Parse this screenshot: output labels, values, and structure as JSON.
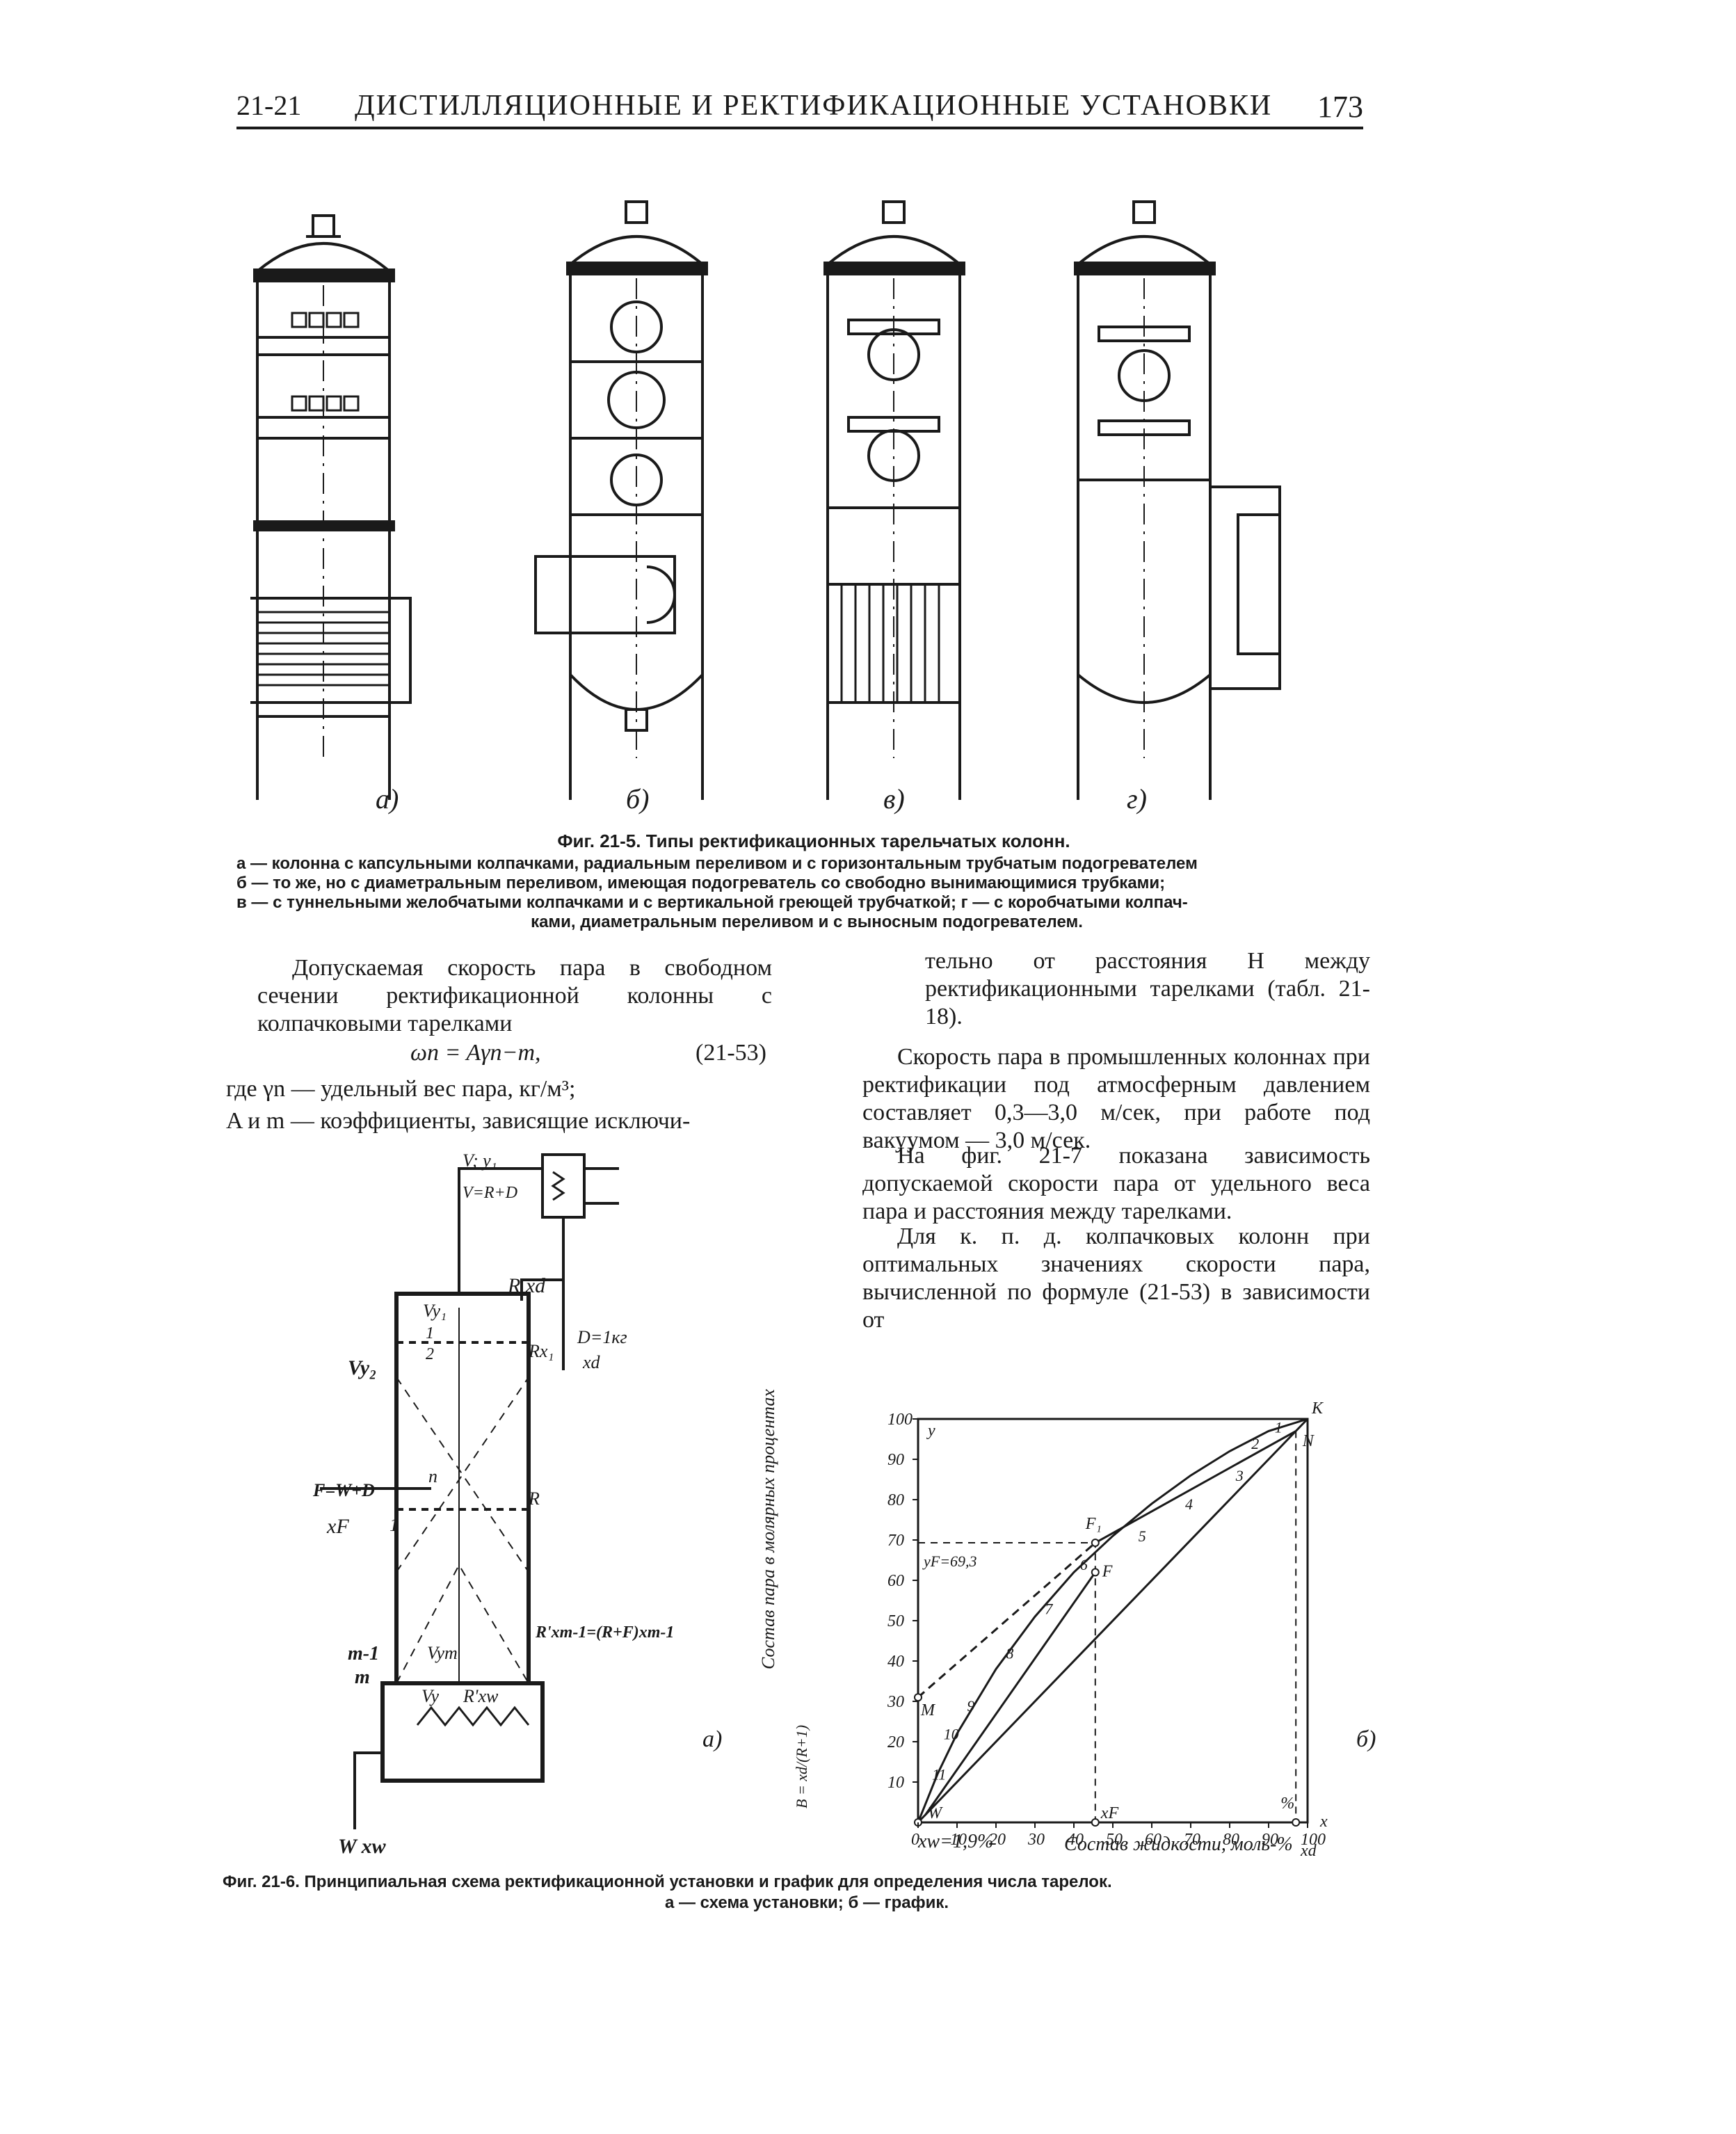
{
  "header": {
    "section": "21-21",
    "title": "ДИСТИЛЛЯЦИОННЫЕ И РЕКТИФИКАЦИОННЫЕ УСТАНОВКИ",
    "page_number": "173"
  },
  "fig_21_5": {
    "sub_labels": [
      "а)",
      "б)",
      "в)",
      "г)"
    ],
    "caption_title": "Фиг. 21-5. Типы ректификационных тарельчатых колонн.",
    "caption_lines": [
      "а — колонна с капсульными колпачками, радиальным переливом и с горизонтальным трубчатым подогревателем",
      "б — то же, но с диаметральным переливом, имеющая подогреватель со свободно вынимающимися трубками;",
      "в — с туннельными желобчатыми колпачками и с вертикальной греющей трубчаткой; г — с коробчатыми колпач-",
      "ками, диаметральным переливом и с выносным подогревателем."
    ]
  },
  "left_column": {
    "para1": "Допускаемая скорость пара в свободном сечении ректификационной колонны с колпачковыми тарелками",
    "formula": "ωn = Aγn−m,",
    "formula_number": "(21-53)",
    "where1": "где γn — удельный вес пара, кг/м³;",
    "where2": "A и m — коэффициенты, зависящие исключи-"
  },
  "right_column": {
    "para1": "тельно от расстояния H между ректификационными тарелками (табл. 21-18).",
    "para2": "Скорость пара в промышленных колоннах при ректификации под атмосферным давлением составляет 0,3—3,0 м/сек, при работе под вакуумом — 3,0 м/сек.",
    "para3": "На фиг. 21-7 показана зависимость допускаемой скорости пара от удельного веса пара и расстояния между тарелками.",
    "para4": "Для к. п. д. колпачковых колонн при оптимальных значениях скорости пара, вычисленной по формуле (21-53) в зависимости от"
  },
  "fig_21_6a": {
    "labels": {
      "top_flow": "V; y₁",
      "v_eq": "V=R+D",
      "rxd": "R xd",
      "d_eq": "D=1кг",
      "xd": "xd",
      "vy1": "Vy₁",
      "vy2": "Vy₂",
      "rx1": "Rx₁",
      "n": "n",
      "r": "R",
      "f_eq": "F=W+D",
      "xf": "xF",
      "one": "1",
      "two": "2",
      "tray1": "1",
      "m1": "m-1",
      "m": "m",
      "vym": "Vym",
      "rxm1": "R'xm-1=(R+F)xm-1",
      "vy": "Vy",
      "rxw": "R'xw",
      "wxw": "W xw"
    },
    "sub_label": "а)"
  },
  "chart_data": {
    "type": "line",
    "title": "",
    "xlabel": "Состав жидкости, моль-%",
    "ylabel": "Состав пара в молярных процентах",
    "xlim": [
      0,
      100
    ],
    "ylim": [
      0,
      100
    ],
    "x_ticks": [
      "0",
      "10",
      "20",
      "30",
      "40",
      "50",
      "60",
      "70",
      "80",
      "90",
      "100"
    ],
    "y_ticks": [
      "0",
      "10",
      "20",
      "30",
      "40",
      "50",
      "60",
      "70",
      "80",
      "90",
      "100"
    ],
    "axis_letter_x": "x",
    "axis_letter_y": "y",
    "series": [
      {
        "values_x": [
          0,
          100
        ],
        "values_y": [
          0,
          100
        ]
      },
      {
        "values_x": [
          0,
          5,
          10,
          20,
          30,
          40,
          50,
          60,
          70,
          80,
          90,
          100
        ],
        "values_y": [
          0,
          12,
          22,
          38,
          51,
          62,
          71,
          79,
          86,
          92,
          97,
          100
        ]
      },
      {
        "values_x": [
          1.9,
          45.5
        ],
        "values_y": [
          1.9,
          62
        ]
      },
      {
        "values_x": [
          45.5,
          97
        ],
        "values_y": [
          69.3,
          97
        ]
      },
      {
        "values_x": [
          0,
          45.5
        ],
        "values_y": [
          31,
          69.3
        ]
      }
    ],
    "stages": [
      "1",
      "2",
      "3",
      "4",
      "5",
      "6",
      "7",
      "8",
      "9",
      "10",
      "11"
    ],
    "annotations": {
      "yf": "yF=69,3",
      "xw": "xw=1,9%",
      "xf": "xF",
      "xd": "xd",
      "pct": "%",
      "k": "K",
      "n": "N",
      "m": "M",
      "w": "W",
      "f": "F",
      "f1": "F₁",
      "b_eq": "B = xd/(R+1)"
    },
    "sub_label": "б)"
  },
  "fig_21_6_caption": {
    "line1": "Фиг. 21-6. Принципиальная схема ректификационной установки и график для определения числа тарелок.",
    "line2": "а — схема установки; б — график."
  }
}
